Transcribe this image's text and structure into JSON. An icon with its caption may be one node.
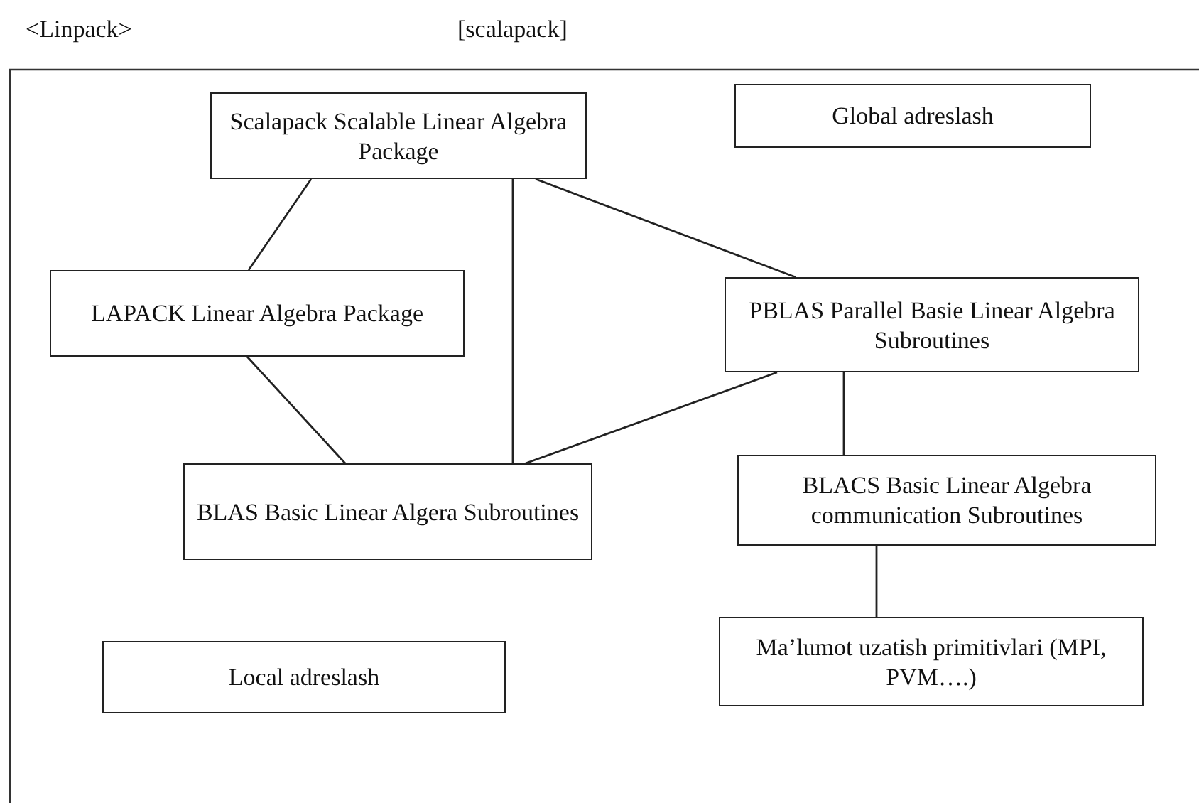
{
  "diagram": {
    "nodes": [
      {
        "text": [
          "Scalapack Scalable Linear Algebra Package"
        ]
      },
      {
        "text": [
          "Global adreslash"
        ]
      },
      {
        "text": [
          "LAPACK Linear Algebra Package"
        ]
      },
      {
        "text": [
          "PBLAS Parallel Basie Linear Algebra Subroutines"
        ]
      },
      {
        "text": [
          "BLAS Basic Linear Algera Subroutines"
        ]
      },
      {
        "text": [
          "BLACS Basic Linear Algebra communication Subroutines"
        ]
      },
      {
        "text": [
          "Local adreslash"
        ]
      },
      {
        "text": [
          "Ma’lumot uzatish primitivlari (MPI, PVM….)"
        ]
      }
    ],
    "edges": [
      {
        "from": 0,
        "to": 2,
        "arrow": "none"
      },
      {
        "from": 0,
        "to": 4,
        "arrow": "none"
      },
      {
        "from": 0,
        "to": 3,
        "arrow": "none"
      },
      {
        "from": 2,
        "to": 4,
        "arrow": "none"
      },
      {
        "from": 3,
        "to": 4,
        "arrow": "none"
      },
      {
        "from": 3,
        "to": 5,
        "arrow": "none"
      },
      {
        "from": 5,
        "to": 7,
        "arrow": "none"
      }
    ],
    "labels": [
      "<Linpack>",
      "[scalapack]"
    ]
  }
}
